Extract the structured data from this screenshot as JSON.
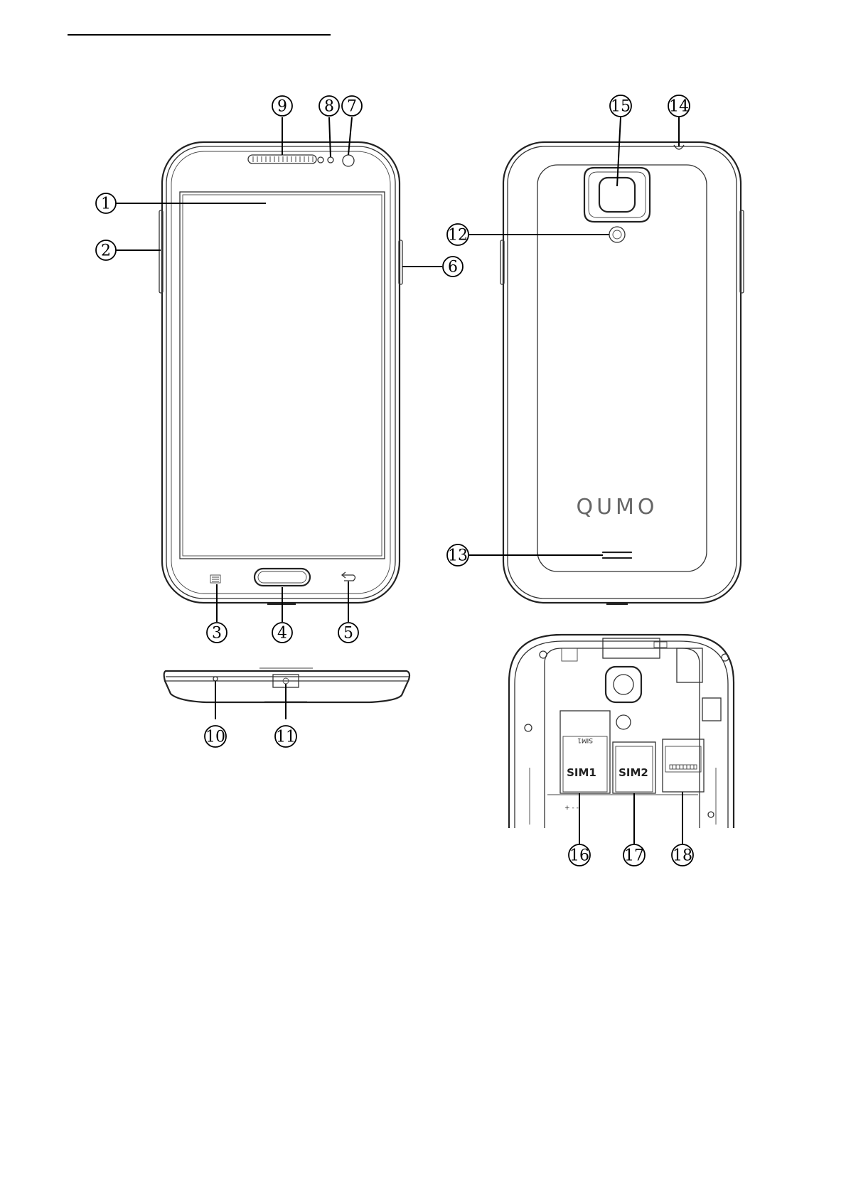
{
  "brand_text": "QUMO",
  "sim1_label": "SIM1",
  "sim2_label": "SIM2",
  "sim1_small_label": "SIM1",
  "polarity_marks": "+ - -",
  "callouts": [
    "1",
    "2",
    "3",
    "4",
    "5",
    "6",
    "7",
    "8",
    "9",
    "10",
    "11",
    "12",
    "13",
    "14",
    "15",
    "16",
    "17",
    "18"
  ]
}
